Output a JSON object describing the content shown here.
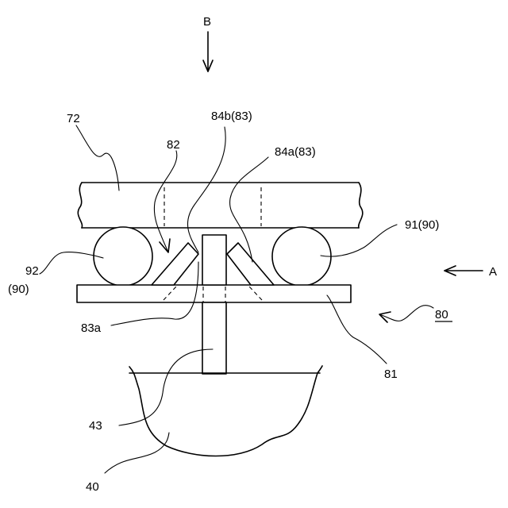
{
  "labels": {
    "view_b": "B",
    "view_a": "A",
    "part_72": "72",
    "part_84b": "84b(83)",
    "part_82": "82",
    "part_84a": "84a(83)",
    "part_91": "91(90)",
    "part_92": "92",
    "part_92_group": "(90)",
    "part_83a": "83a",
    "part_80": "80",
    "part_81": "81",
    "part_43": "43",
    "part_40": "40"
  }
}
